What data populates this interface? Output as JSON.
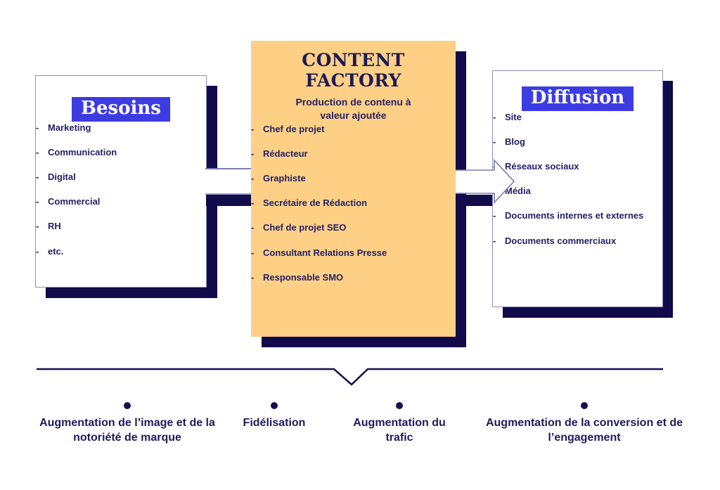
{
  "colors": {
    "navy_shadow": "#110b4b",
    "text_navy": "#232166",
    "title_navy": "#1b1a55",
    "label_blue": "#3d3ce3",
    "orange": "#fdd086",
    "border_light": "#8d8dc0",
    "line_navy": "#151050"
  },
  "besoins": {
    "title": "Besoins",
    "items": [
      "Marketing",
      "Communication",
      "Digital",
      "Commercial",
      "RH",
      "etc."
    ]
  },
  "factory": {
    "title": "CONTENT FACTORY",
    "subtitle": "Production de contenu à valeur ajoutée",
    "items": [
      "Chef de projet",
      "Rédacteur",
      "Graphiste",
      "Secrétaire de Rédaction",
      "Chef de projet SEO",
      "Consultant Relations Presse",
      "Responsable SMO"
    ]
  },
  "diffusion": {
    "title": "Diffusion",
    "items": [
      "Site",
      "Blog",
      "Réseaux sociaux",
      "Média",
      "Documents internes et externes",
      "Documents commerciaux"
    ]
  },
  "outcomes": [
    {
      "label": "Augmentation de l’image et de la notoriété de marque"
    },
    {
      "label": "Fidélisation"
    },
    {
      "label": "Augmentation du trafic"
    },
    {
      "label": "Augmentation de la conversion et de l’engagement"
    }
  ]
}
